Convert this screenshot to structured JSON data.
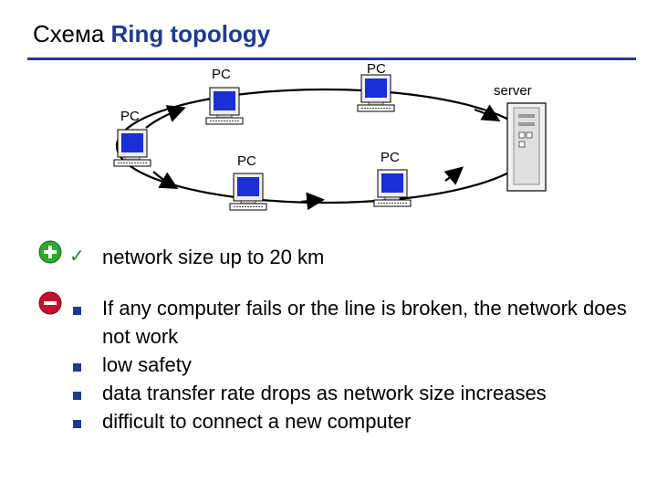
{
  "title": {
    "part1": "Схема",
    "part2": "Ring topology"
  },
  "diagram": {
    "labels": {
      "pc_top_left": "PC",
      "pc_top_right": "PC",
      "server": "server",
      "pc_left": "PC",
      "pc_bottom_left": "PC",
      "pc_bottom_right": "PC"
    }
  },
  "advantages": {
    "check_glyph": "✓",
    "items": [
      "network size up to 20 km"
    ]
  },
  "disadvantages": {
    "items": [
      "If any computer fails or the line is broken, the network does not work",
      "low safety",
      "data transfer rate drops as network size increases",
      "difficult to connect a new computer"
    ]
  },
  "colors": {
    "accent": "#1f3a93",
    "plus": "#2ea82e",
    "minus": "#c8102e"
  },
  "icons": {
    "plus": "plus-circle-icon",
    "minus": "minus-circle-icon"
  }
}
